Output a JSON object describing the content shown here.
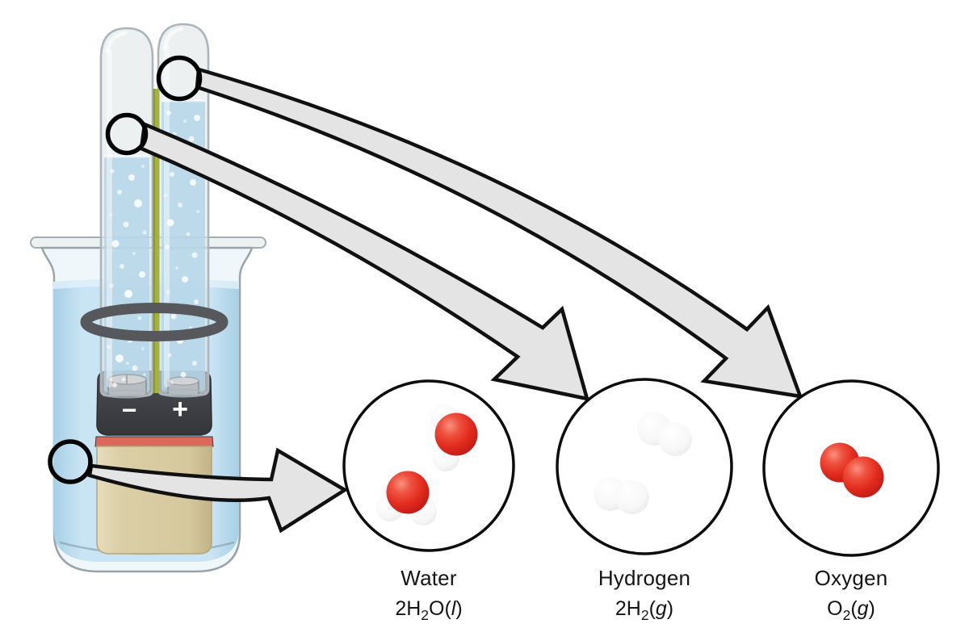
{
  "diagram": {
    "battery": {
      "negative_label": "−",
      "positive_label": "+"
    },
    "callouts": [
      {
        "id": "water",
        "label": "Water",
        "formula_html": "2H<sub>2</sub>O(<i>l</i>)"
      },
      {
        "id": "hydrogen",
        "label": "Hydrogen",
        "formula_html": "2H<sub>2</sub>(<i>g</i>)"
      },
      {
        "id": "oxygen",
        "label": "Oxygen",
        "formula_html": "O<sub>2</sub>(<i>g</i>)"
      }
    ],
    "colors": {
      "arrow_fill": "#e4e4e4",
      "outline_black": "#111111",
      "beaker_water": "#c6e1f0",
      "tube_water": "#b1d4e9",
      "electrode_strip_green": "#a5b23e",
      "battery_top_gray": "#3d3f44",
      "battery_stripe_red": "#dc685c",
      "battery_body_tan": "#d9cda4",
      "ring_clamp_gray": "#56585b",
      "oxygen_sphere_red": "#dc2727",
      "hydrogen_sphere_white": "#f4f4f4"
    }
  }
}
